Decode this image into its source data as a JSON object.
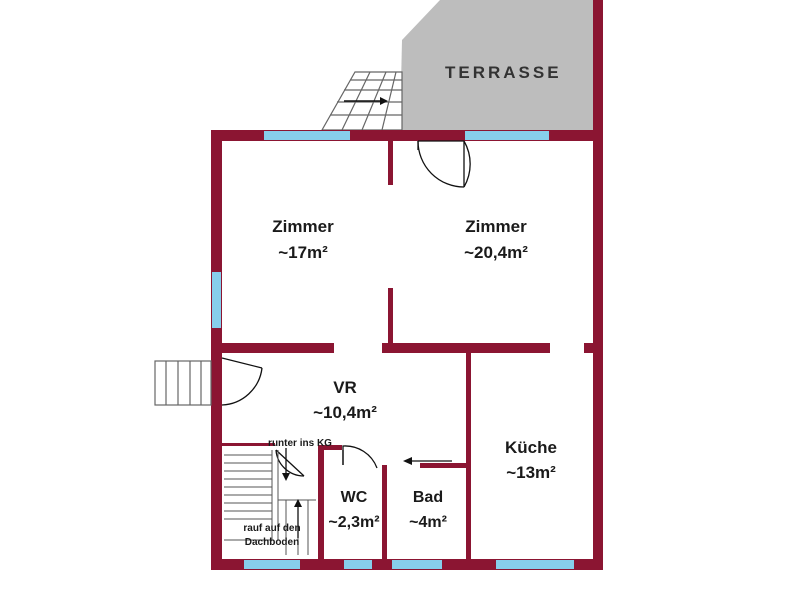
{
  "colors": {
    "wall": "#8b1532",
    "window": "#87ceeb",
    "terrace": "#bdbdbd",
    "stair_line": "#666666",
    "text": "#1a1a1a"
  },
  "terrace": {
    "label": "TERRASSE"
  },
  "rooms": {
    "zimmer_left": {
      "name": "Zimmer",
      "area": "~17m²"
    },
    "zimmer_right": {
      "name": "Zimmer",
      "area": "~20,4m²"
    },
    "vr": {
      "name": "VR",
      "area": "~10,4m²"
    },
    "kueche": {
      "name": "Küche",
      "area": "~13m²"
    },
    "wc": {
      "name": "WC",
      "area": "~2,3m²"
    },
    "bad": {
      "name": "Bad",
      "area": "~4m²"
    }
  },
  "stairs": {
    "down_label": "runter ins KG",
    "up_label_line1": "rauf auf den",
    "up_label_line2": "Dachboden"
  }
}
